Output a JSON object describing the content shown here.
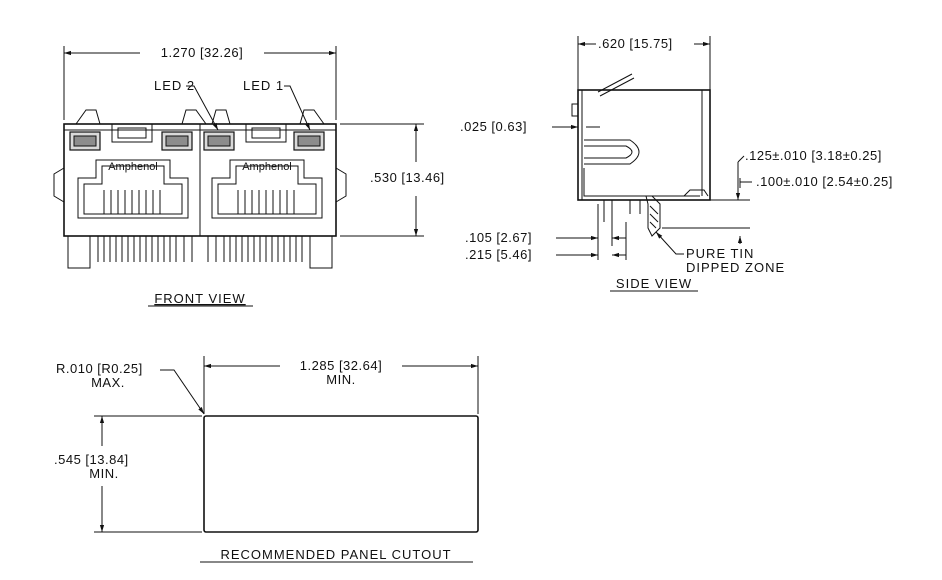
{
  "front_view": {
    "title": "FRONT VIEW",
    "width_dim": "1.270 [32.26]",
    "height_dim": ".530 [13.46]",
    "led2": "LED 2",
    "led1": "LED 1",
    "brand_left": "Amphenol",
    "brand_right": "Amphenol"
  },
  "side_view": {
    "title": "SIDE VIEW",
    "width_dim": ".620 [15.75]",
    "offset_dim": ".025 [0.63]",
    "pin_dim_1": ".105 [2.67]",
    "pin_dim_2": ".215 [5.46]",
    "tol_dim_1": ".125±.010 [3.18±0.25]",
    "tol_dim_2": ".100±.010 [2.54±0.25]",
    "note_line1": "PURE TIN",
    "note_line2": "DIPPED ZONE"
  },
  "cutout": {
    "title": "RECOMMENDED PANEL CUTOUT",
    "radius_dim": "R.010 [R0.25]",
    "radius_note": "MAX.",
    "width_dim": "1.285 [32.64]",
    "width_note": "MIN.",
    "height_dim": ".545 [13.84]",
    "height_note": "MIN."
  }
}
